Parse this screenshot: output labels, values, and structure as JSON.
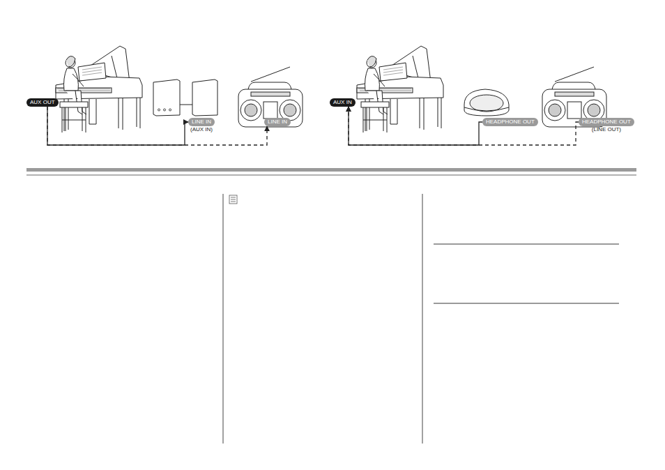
{
  "diagram": {
    "nodes": [
      {
        "text": [
          "AUX OUT"
        ]
      },
      {
        "text": [
          "LINE IN",
          "(AUX IN)"
        ]
      },
      {
        "text": [
          "LINE IN"
        ]
      },
      {
        "text": [
          "AUX IN"
        ]
      },
      {
        "text": [
          "HEADPHONE OUT"
        ]
      },
      {
        "text": [
          "HEADPHONE OUT",
          "(LINE OUT)"
        ]
      }
    ],
    "edges": [
      {
        "from": 0,
        "to": 1,
        "arrow": "to"
      },
      {
        "from": 0,
        "to": 2,
        "arrow": "to"
      },
      {
        "from": 4,
        "to": 3,
        "arrow": "to"
      },
      {
        "from": 5,
        "to": 3,
        "arrow": "to"
      }
    ]
  }
}
